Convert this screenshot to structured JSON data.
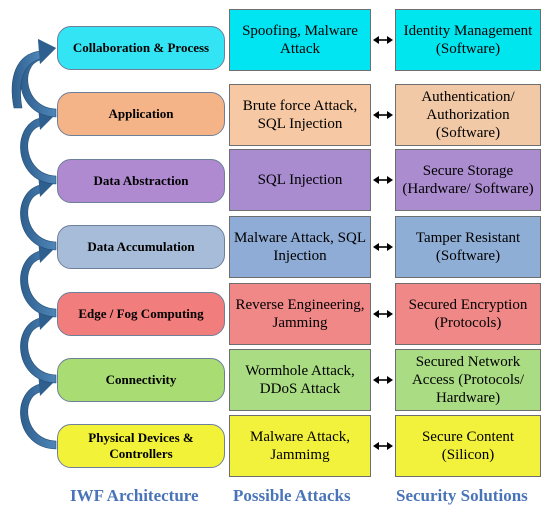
{
  "rows": [
    {
      "layer": "Collaboration & Process",
      "layer_color": "#33e5f4",
      "attack": "Spoofing, Malware Attack",
      "attack_color": "#00e5f1",
      "solution": "Identity Management (Software)",
      "solution_color": "#00e6ef"
    },
    {
      "layer": "Application",
      "layer_color": "#f4b488",
      "attack": "Brute force Attack, SQL Injection",
      "attack_color": "#f6c9a4",
      "solution": "Authentication/ Authorization (Software)",
      "solution_color": "#f2c9a6"
    },
    {
      "layer": "Data Abstraction",
      "layer_color": "#b08ad0",
      "attack": "SQL Injection",
      "attack_color": "#a98bd0",
      "solution": "Secure Storage (Hardware/ Software)",
      "solution_color": "#ab8ccf"
    },
    {
      "layer": "Data Accumulation",
      "layer_color": "#a7bcd8",
      "attack": "Malware Attack, SQL Injection",
      "attack_color": "#8facd6",
      "solution": "Tamper Resistant (Software)",
      "solution_color": "#8faed6"
    },
    {
      "layer": "Edge / Fog Computing",
      "layer_color": "#f27d7d",
      "attack": "Reverse Engineering, Jamming",
      "attack_color": "#f08888",
      "solution": "Secured Encryption (Protocols)",
      "solution_color": "#f08888"
    },
    {
      "layer": "Connectivity",
      "layer_color": "#a9dc72",
      "attack": "Wormhole Attack, DDoS Attack",
      "attack_color": "#aadd83",
      "solution": "Secured Network Access (Protocols/ Hardware)",
      "solution_color": "#a9dc83"
    },
    {
      "layer": "Physical Devices & Controllers",
      "layer_color": "#f2f238",
      "attack": "Malware Attack, Jammimg",
      "attack_color": "#f2f23c",
      "solution": "Secure Content (Silicon)",
      "solution_color": "#f2f23c"
    }
  ],
  "footer": {
    "col1": "IWF Architecture",
    "col2": "Possible Attacks",
    "col3": "Security Solutions"
  },
  "colors": {
    "footer_text": "#4a74b8",
    "curve_arrow": "#2e5f8e"
  }
}
